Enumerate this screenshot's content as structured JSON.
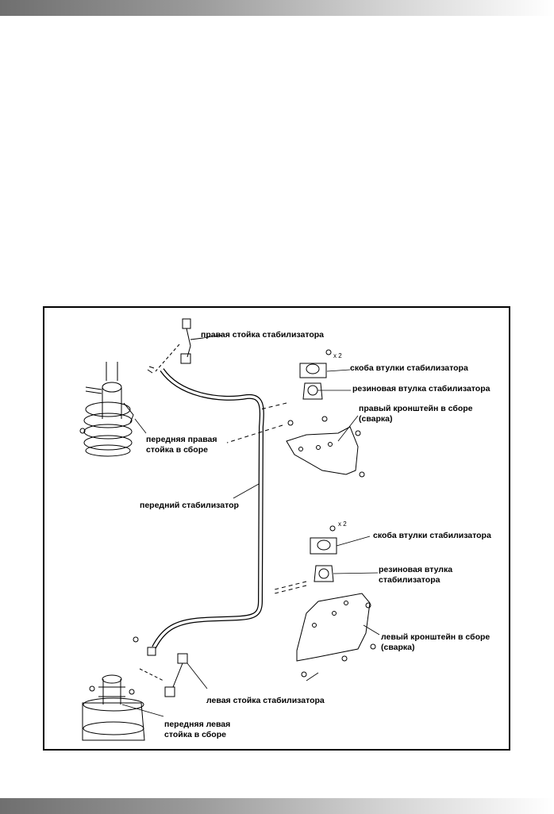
{
  "labels": {
    "right_stab_link": "правая стойка стабилизатора",
    "bushing_clamp_right": "скоба втулки стабилизатора",
    "rubber_bushing_right": "резиновая втулка стабилизатора",
    "right_bracket_line1": "правый кронштейн в сборе",
    "right_bracket_line2": "(сварка)",
    "front_right_strut_line1": "передняя правая",
    "front_right_strut_line2": "стойка в сборе",
    "front_stabilizer": "передний стабилизатор",
    "bushing_clamp_left": "скоба втулки стабилизатора",
    "rubber_bushing_left_line1": "резиновая втулка",
    "rubber_bushing_left_line2": "стабилизатора",
    "left_bracket_line1": "левый кронштейн в сборе",
    "left_bracket_line2": "(сварка)",
    "left_stab_link": "левая стойка стабилизатора",
    "front_left_strut_line1": "передняя левая",
    "front_left_strut_line2": "стойка в сборе",
    "qty_right": "x 2",
    "qty_left": "x 2"
  }
}
